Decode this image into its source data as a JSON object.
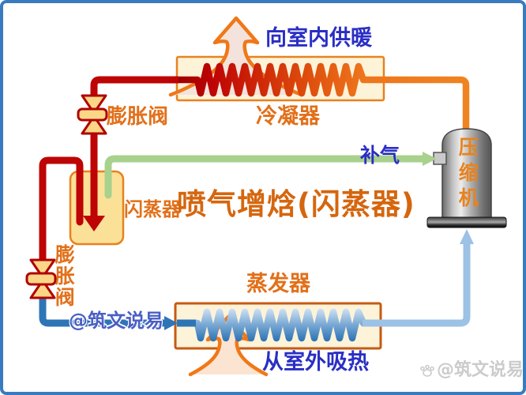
{
  "diagram": {
    "title": "喷气增焓(闪蒸器)",
    "labels": {
      "indoor_heating": "向室内供暖",
      "condenser": "冷凝器",
      "expansion_valve_top": "膨胀阀",
      "flash_tank": "闪蒸器",
      "makeup_gas": "补气",
      "compressor": "压缩机",
      "expansion_valve_bottom": "膨胀阀",
      "evaporator": "蒸发器",
      "outdoor_heat": "从室外吸热"
    },
    "watermarks": {
      "on_pipe": "@筑文说易",
      "corner": "@筑文说易"
    },
    "colors": {
      "frame_blue": "#3A7BBF",
      "hot_liquid_red": "#BE0404",
      "discharge_orange": "#F08522",
      "makeup_gas_green": "#A8D18D",
      "cold_pipe_blue": "#2E75B6",
      "suction_light_blue": "#9CC2E5",
      "label_orange": "#E2701A",
      "label_blue": "#2A2EC4",
      "box_fill": "#FCF3D9",
      "flash_tank_fill": "#FBE198",
      "valve_fill": "#FBD687"
    }
  }
}
